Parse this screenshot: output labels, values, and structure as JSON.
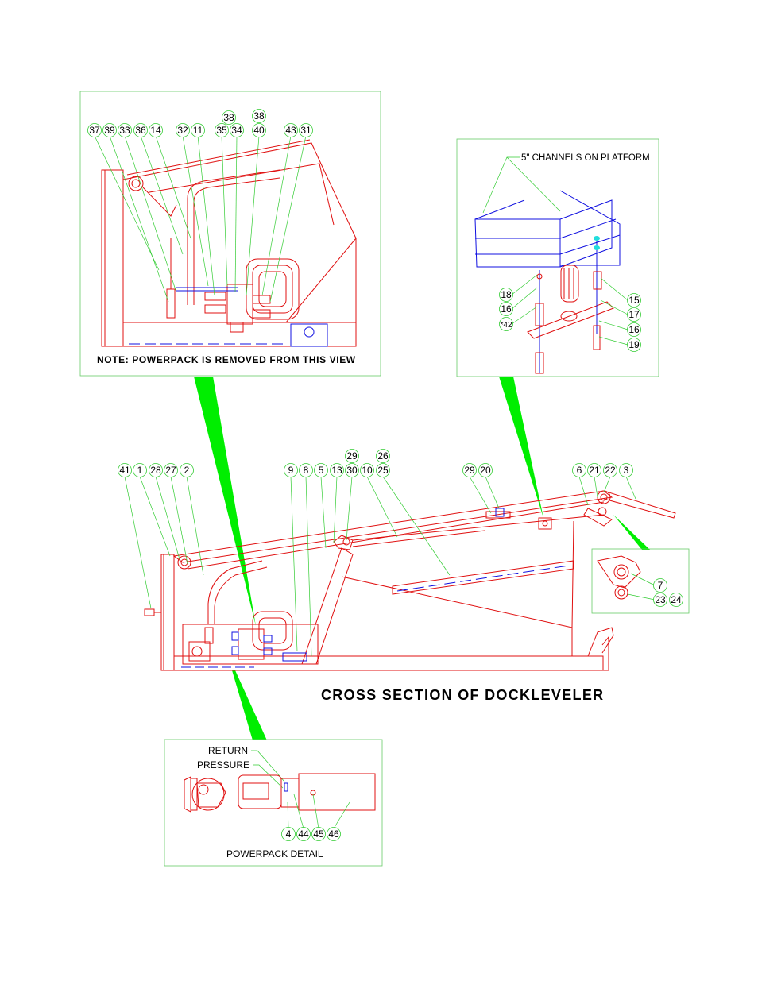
{
  "title": "CROSS SECTION OF DOCKLEVELER",
  "colors": {
    "drawing": "#e01010",
    "hidden": "#1010e0",
    "leader": "#33cc33",
    "panel_border": "#66cc66",
    "callout_wedge": "#00ee00"
  },
  "panel_hydraulic": {
    "note": "NOTE: POWERPACK IS REMOVED FROM THIS VIEW",
    "callouts": [
      "37",
      "39",
      "33",
      "36",
      "14",
      "32",
      "11",
      "35",
      "34",
      "38",
      "38",
      "40",
      "43",
      "31"
    ]
  },
  "panel_channels": {
    "label": "5\" CHANNELS ON PLATFORM",
    "callouts": [
      "18",
      "16",
      "*42",
      "15",
      "17",
      "16",
      "19"
    ]
  },
  "panel_hinge": {
    "callouts": [
      "7",
      "23",
      "24"
    ]
  },
  "panel_powerpack": {
    "label_return": "RETURN",
    "label_pressure": "PRESSURE",
    "caption": "POWERPACK DETAIL",
    "callouts": [
      "4",
      "44",
      "45",
      "46"
    ]
  },
  "main_view": {
    "callouts": [
      "41",
      "1",
      "28",
      "27",
      "2",
      "9",
      "8",
      "5",
      "13",
      "29",
      "30",
      "10",
      "26",
      "25",
      "29",
      "20",
      "6",
      "21",
      "22",
      "3"
    ]
  }
}
